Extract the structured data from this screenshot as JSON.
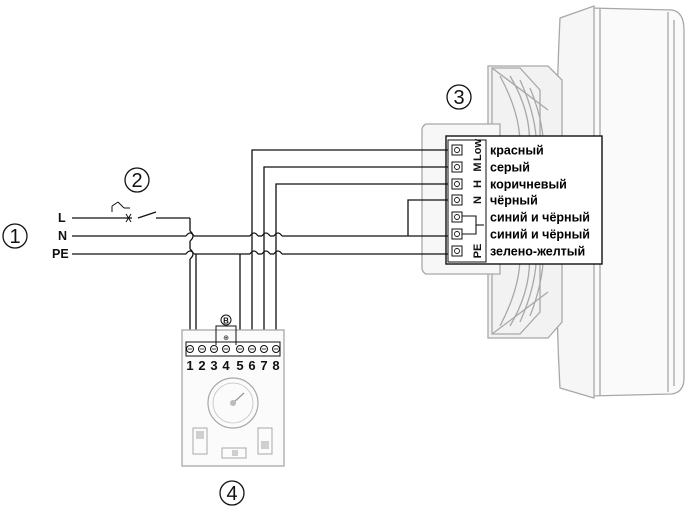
{
  "callouts": {
    "c1": "1",
    "c2": "2",
    "c3": "3",
    "c4": "4"
  },
  "mains": {
    "L": "L",
    "N": "N",
    "PE": "PE"
  },
  "fan_terminals": [
    "Low",
    "M",
    "H",
    "N",
    "",
    "",
    "PE"
  ],
  "wire_colors": [
    "красный",
    "серый",
    "коричневый",
    "чёрный",
    "синий и чёрный",
    "синий и чёрный",
    "зелено-желтый"
  ],
  "controller": {
    "terminals": [
      "1",
      "2",
      "3",
      "4",
      "5",
      "6",
      "7",
      "8"
    ],
    "fuse_symbol": "B"
  },
  "colors": {
    "line": "#111111",
    "light_line": "#9a9a9a",
    "panel_fill": "#f4f4f4"
  }
}
